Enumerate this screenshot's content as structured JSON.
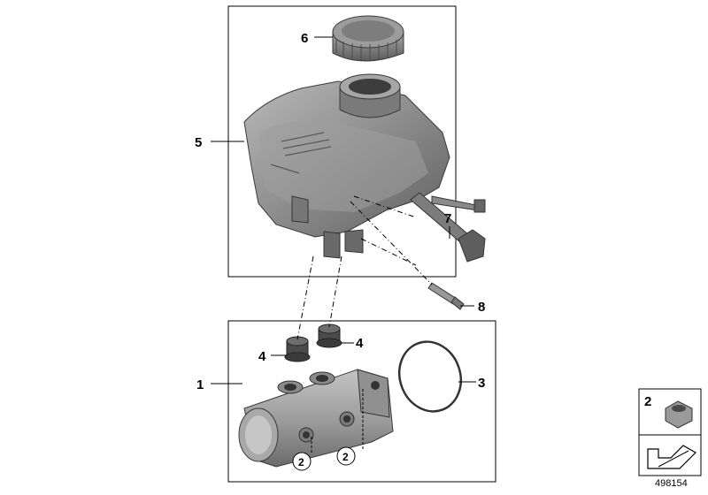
{
  "callouts": {
    "c1": "1",
    "c2a": "2",
    "c2b": "2",
    "c3": "3",
    "c4a": "4",
    "c4b": "4",
    "c5": "5",
    "c6": "6",
    "c7": "7",
    "c8": "8"
  },
  "legend": {
    "part_number": "2"
  },
  "document_number": "498154",
  "colors": {
    "part_gray": "#8e8e8e",
    "part_dark": "#505050",
    "line": "#000000"
  }
}
